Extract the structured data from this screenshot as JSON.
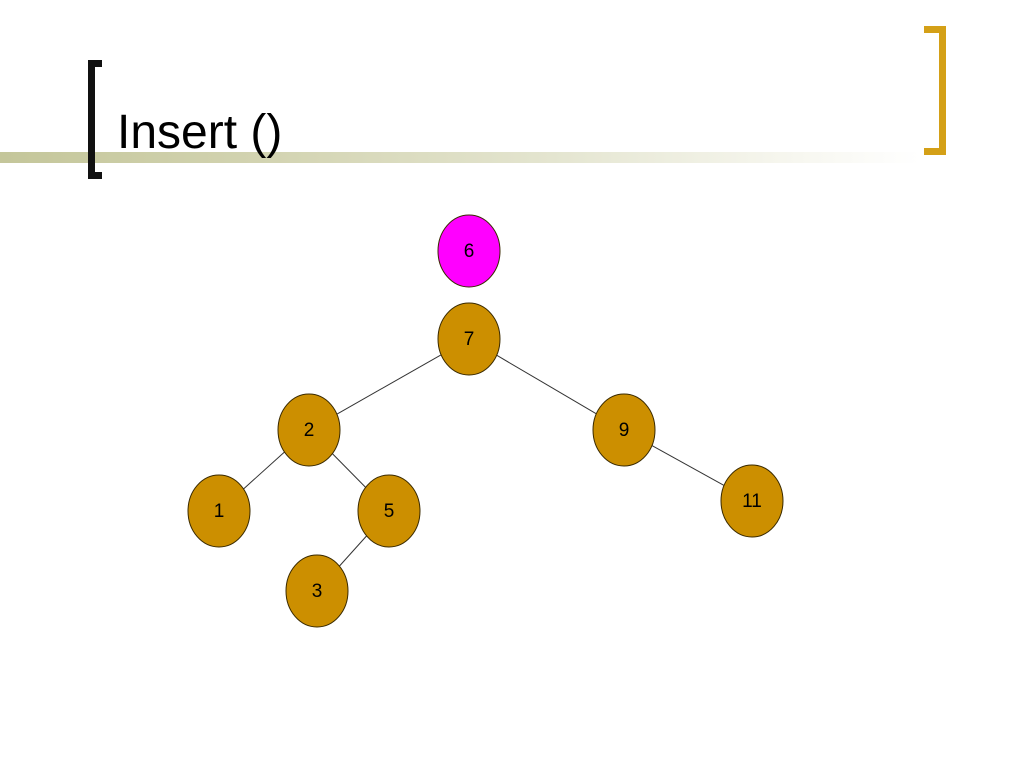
{
  "slide": {
    "title": "Insert ()"
  },
  "colors": {
    "node_fill": "#cc8f00",
    "new_node_fill": "#ff00ff",
    "node_stroke": "#3a2a00",
    "edge": "#333333",
    "left_bracket": "#111111",
    "right_bracket": "#d4a017"
  },
  "tree": {
    "new_node": {
      "id": "n6",
      "label": "6"
    },
    "nodes": [
      {
        "id": "n7",
        "label": "7"
      },
      {
        "id": "n2",
        "label": "2"
      },
      {
        "id": "n9",
        "label": "9"
      },
      {
        "id": "n1",
        "label": "1"
      },
      {
        "id": "n5",
        "label": "5"
      },
      {
        "id": "n11",
        "label": "11"
      },
      {
        "id": "n3",
        "label": "3"
      }
    ],
    "edges": [
      {
        "from": "n7",
        "to": "n2"
      },
      {
        "from": "n7",
        "to": "n9"
      },
      {
        "from": "n2",
        "to": "n1"
      },
      {
        "from": "n2",
        "to": "n5"
      },
      {
        "from": "n9",
        "to": "n11"
      },
      {
        "from": "n5",
        "to": "n3"
      }
    ]
  }
}
